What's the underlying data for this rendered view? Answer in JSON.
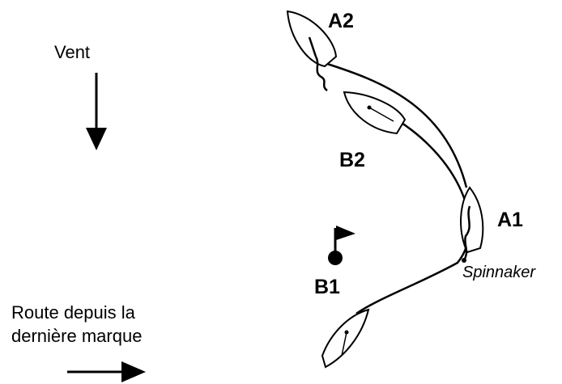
{
  "wind": {
    "label": "Vent"
  },
  "route": {
    "line1": "Route depuis la",
    "line2": "dernière marque"
  },
  "boats": {
    "a1": "A1",
    "a2": "A2",
    "b1": "B1",
    "b2": "B2"
  },
  "annotations": {
    "spinnaker": "Spinnaker"
  },
  "colors": {
    "ink": "#000000",
    "background": "#ffffff"
  }
}
